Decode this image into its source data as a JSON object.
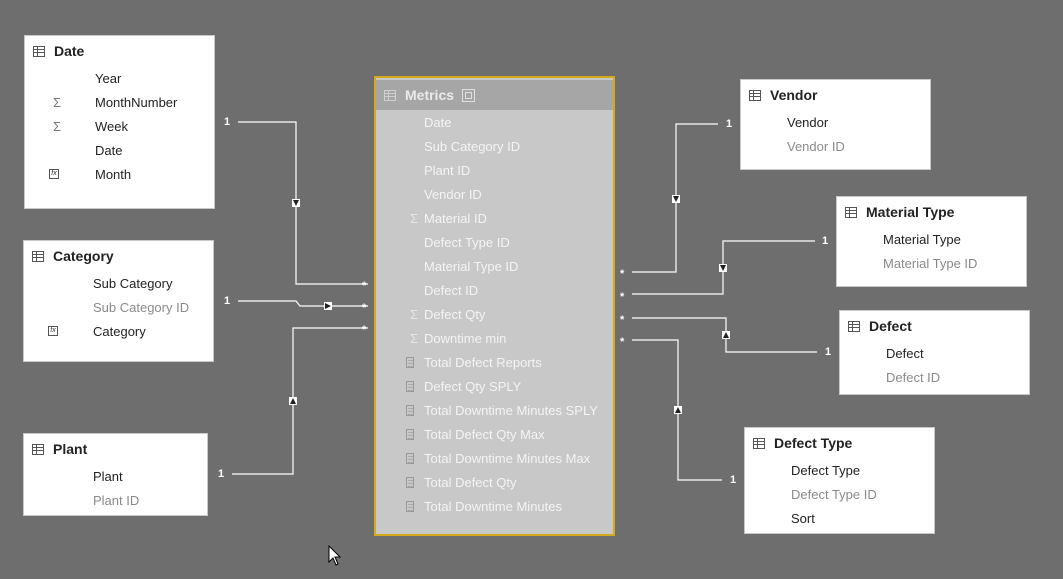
{
  "tables": {
    "date": {
      "name": "Date",
      "fields": [
        {
          "label": "Year",
          "icon": "none",
          "hidden": false
        },
        {
          "label": "MonthNumber",
          "icon": "sigma",
          "hidden": false
        },
        {
          "label": "Week",
          "icon": "sigma",
          "hidden": false
        },
        {
          "label": "Date",
          "icon": "none",
          "hidden": false
        },
        {
          "label": "Month",
          "icon": "calc",
          "hidden": false
        }
      ]
    },
    "category": {
      "name": "Category",
      "fields": [
        {
          "label": "Sub Category",
          "icon": "none",
          "hidden": false
        },
        {
          "label": "Sub Category ID",
          "icon": "none",
          "hidden": true
        },
        {
          "label": "Category",
          "icon": "calc",
          "hidden": false
        }
      ]
    },
    "plant": {
      "name": "Plant",
      "fields": [
        {
          "label": "Plant",
          "icon": "none",
          "hidden": false
        },
        {
          "label": "Plant ID",
          "icon": "none",
          "hidden": true
        }
      ]
    },
    "metrics": {
      "name": "Metrics",
      "fields": [
        {
          "label": "Date",
          "icon": "none"
        },
        {
          "label": "Sub Category ID",
          "icon": "none"
        },
        {
          "label": "Plant ID",
          "icon": "none"
        },
        {
          "label": "Vendor ID",
          "icon": "none"
        },
        {
          "label": "Material ID",
          "icon": "sigma"
        },
        {
          "label": "Defect Type ID",
          "icon": "none"
        },
        {
          "label": "Material Type ID",
          "icon": "none"
        },
        {
          "label": "Defect ID",
          "icon": "none"
        },
        {
          "label": "Defect Qty",
          "icon": "sigma"
        },
        {
          "label": "Downtime min",
          "icon": "sigma"
        },
        {
          "label": "Total Defect Reports",
          "icon": "measure"
        },
        {
          "label": "Defect Qty SPLY",
          "icon": "measure"
        },
        {
          "label": "Total Downtime Minutes SPLY",
          "icon": "measure"
        },
        {
          "label": "Total Defect Qty Max",
          "icon": "measure"
        },
        {
          "label": "Total Downtime Minutes Max",
          "icon": "measure"
        },
        {
          "label": "Total Defect Qty",
          "icon": "measure"
        },
        {
          "label": "Total Downtime Minutes",
          "icon": "measure"
        }
      ]
    },
    "vendor": {
      "name": "Vendor",
      "fields": [
        {
          "label": "Vendor",
          "icon": "none",
          "hidden": false
        },
        {
          "label": "Vendor ID",
          "icon": "none",
          "hidden": true
        }
      ]
    },
    "material_type": {
      "name": "Material Type",
      "fields": [
        {
          "label": "Material Type",
          "icon": "none",
          "hidden": false
        },
        {
          "label": "Material Type ID",
          "icon": "none",
          "hidden": true
        }
      ]
    },
    "defect": {
      "name": "Defect",
      "fields": [
        {
          "label": "Defect",
          "icon": "none",
          "hidden": false
        },
        {
          "label": "Defect ID",
          "icon": "none",
          "hidden": true
        }
      ]
    },
    "defect_type": {
      "name": "Defect Type",
      "fields": [
        {
          "label": "Defect Type",
          "icon": "none",
          "hidden": false
        },
        {
          "label": "Defect Type ID",
          "icon": "none",
          "hidden": true
        },
        {
          "label": "Sort",
          "icon": "none",
          "hidden": false
        }
      ]
    }
  },
  "relationships": [
    {
      "from": "date",
      "to": "metrics",
      "one": "1",
      "many": "*"
    },
    {
      "from": "category",
      "to": "metrics",
      "one": "1",
      "many": "*"
    },
    {
      "from": "plant",
      "to": "metrics",
      "one": "1",
      "many": "*"
    },
    {
      "from": "vendor",
      "to": "metrics",
      "one": "1",
      "many": "*"
    },
    {
      "from": "material_type",
      "to": "metrics",
      "one": "1",
      "many": "*"
    },
    {
      "from": "defect",
      "to": "metrics",
      "one": "1",
      "many": "*"
    },
    {
      "from": "defect_type",
      "to": "metrics",
      "one": "1",
      "many": "*"
    }
  ],
  "colors": {
    "canvas": "#6e6e6e",
    "selected_border": "#d4a91c",
    "connector": "#ffffff"
  }
}
